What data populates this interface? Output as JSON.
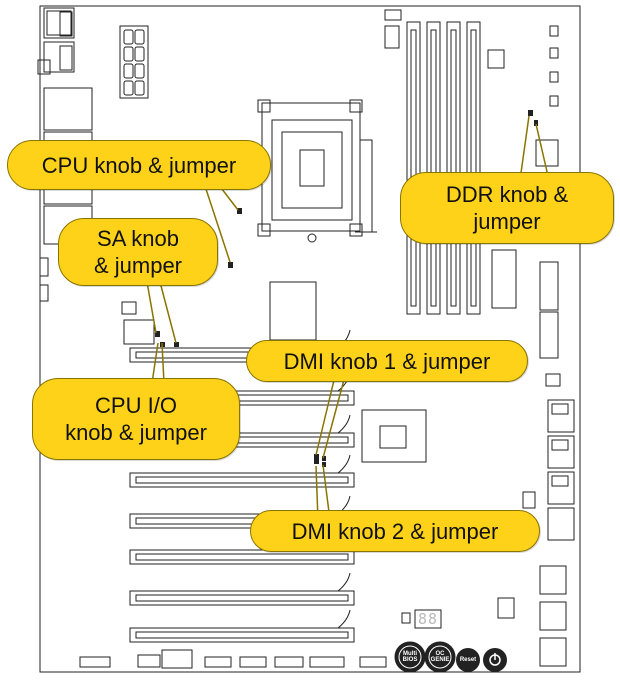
{
  "callouts": {
    "cpu": {
      "line1": "CPU knob & jumper"
    },
    "sa": {
      "line1": "SA knob",
      "line2": "& jumper"
    },
    "ddr": {
      "line1": "DDR knob &",
      "line2": "jumper"
    },
    "dmi1": {
      "line1": "DMI knob 1 & jumper"
    },
    "cpuio": {
      "line1": "CPU I/O",
      "line2": "knob & jumper"
    },
    "dmi2": {
      "line1": "DMI knob 2 & jumper"
    }
  },
  "buttons": {
    "multi_bios": {
      "line1": "Multi",
      "line2": "BIOS"
    },
    "oc_genie": {
      "line1": "OC",
      "line2": "GENIE"
    },
    "reset": {
      "line1": "Reset"
    }
  },
  "debug_display": "88",
  "colors": {
    "callout_fill": "#ffd21a",
    "line": "#222222",
    "leader": "#8a7400"
  }
}
